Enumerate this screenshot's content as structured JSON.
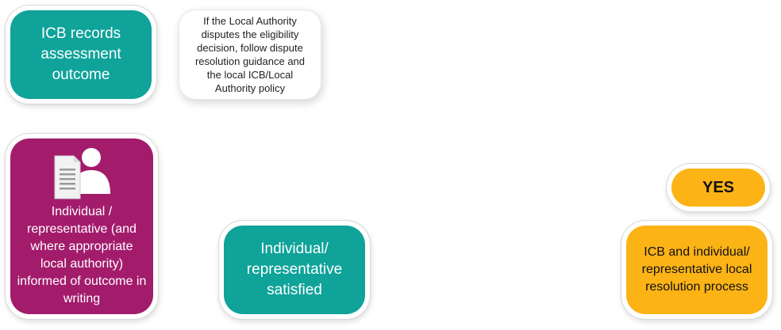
{
  "nodes": {
    "icb_records": {
      "text": "ICB records assessment outcome",
      "color": "#0fa39a"
    },
    "dispute_note": {
      "text": "If the Local Authority disputes the eligibility decision, follow dispute resolution guidance and the local ICB/Local Authority policy",
      "color": "#ffffff"
    },
    "individual_informed": {
      "text": "Individual / representative (and where appropriate local authority) informed of outcome in writing",
      "icon": "document-person-icon",
      "color": "#a31c6c"
    },
    "individual_satisfied": {
      "text": "Individual/ representative satisfied",
      "color": "#0fa39a"
    },
    "yes_label": {
      "text": "YES",
      "color": "#fcb316"
    },
    "icb_local_resolution": {
      "text": "ICB and individual/ representative local resolution process",
      "color": "#fcb316"
    }
  }
}
